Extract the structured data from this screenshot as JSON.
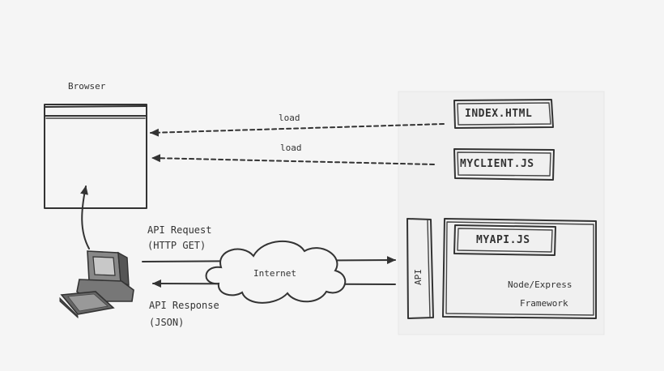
{
  "browser": {
    "title": "Browser"
  },
  "files": {
    "index": "INDEX.HTML",
    "client": "MYCLIENT.JS",
    "api": "MYAPI.JS"
  },
  "flows": {
    "load_top": "load",
    "load_bottom": "load",
    "request_line1": "API Request",
    "request_line2": "(HTTP GET)",
    "response_line1": "API Response",
    "response_line2": "(JSON)"
  },
  "network": {
    "cloud": "Internet"
  },
  "server": {
    "api_tab": "API",
    "framework_line1": "Node/Express",
    "framework_line2": "Framework"
  }
}
